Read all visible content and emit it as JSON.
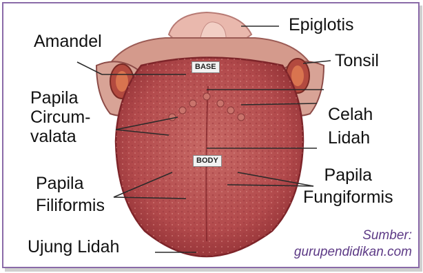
{
  "labels": {
    "epiglotis": "Epiglotis",
    "amandel": "Amandel",
    "tonsil": "Tonsil",
    "papila_circumvalata": [
      "Papila",
      "Circum-",
      "valata"
    ],
    "celah_lidah": [
      "Celah",
      "Lidah"
    ],
    "papila_filiformis": [
      "Papila",
      "Filiformis"
    ],
    "papila_fungiformis": [
      "Papila",
      "Fungiformis"
    ],
    "ujung_lidah": "Ujung Lidah"
  },
  "tags": {
    "base": "BASE",
    "body": "BODY"
  },
  "source": {
    "line1": "Sumber:",
    "line2": "gurupendidikan.com"
  },
  "colors": {
    "tongue": "#b84c4e",
    "tongue_dark": "#8f2f33",
    "source_text": "#5d3a86",
    "frame": "#8a6aa8"
  }
}
